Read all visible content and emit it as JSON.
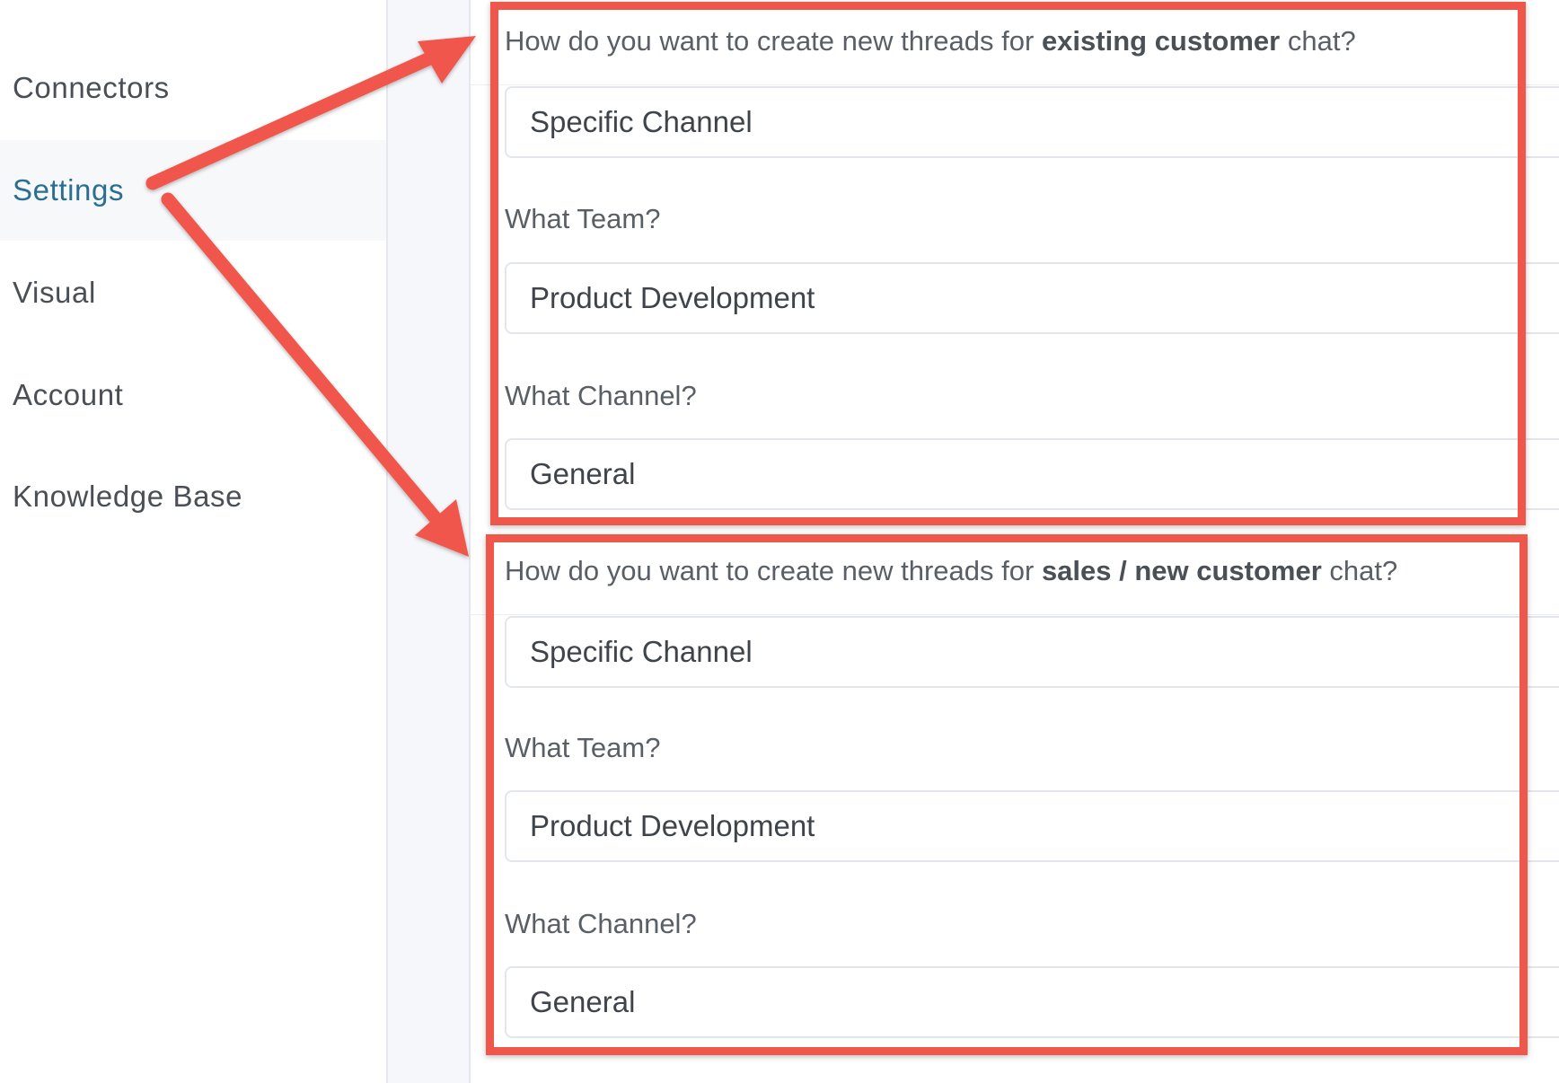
{
  "sidebar": {
    "items": [
      {
        "label": "Connectors",
        "active": false
      },
      {
        "label": "Settings",
        "active": true
      },
      {
        "label": "Visual",
        "active": false
      },
      {
        "label": "Account",
        "active": false
      },
      {
        "label": "Knowledge Base",
        "active": false
      }
    ]
  },
  "sections": [
    {
      "question_prefix": "How do you want to create new threads for ",
      "question_emphasis": "existing customer",
      "question_suffix": " chat?",
      "thread_mode_value": "Specific Channel",
      "team_label": "What Team?",
      "team_value": "Product Development",
      "channel_label": "What Channel?",
      "channel_value": "General"
    },
    {
      "question_prefix": "How do you want to create new threads for ",
      "question_emphasis": "sales / new customer",
      "question_suffix": " chat?",
      "thread_mode_value": "Specific Channel",
      "team_label": "What Team?",
      "team_value": "Product Development",
      "channel_label": "What Channel?",
      "channel_value": "General"
    }
  ],
  "colors": {
    "annotation_red": "#f0574b",
    "active_nav_text": "#2a6f93",
    "nav_text": "#4a4f56"
  }
}
